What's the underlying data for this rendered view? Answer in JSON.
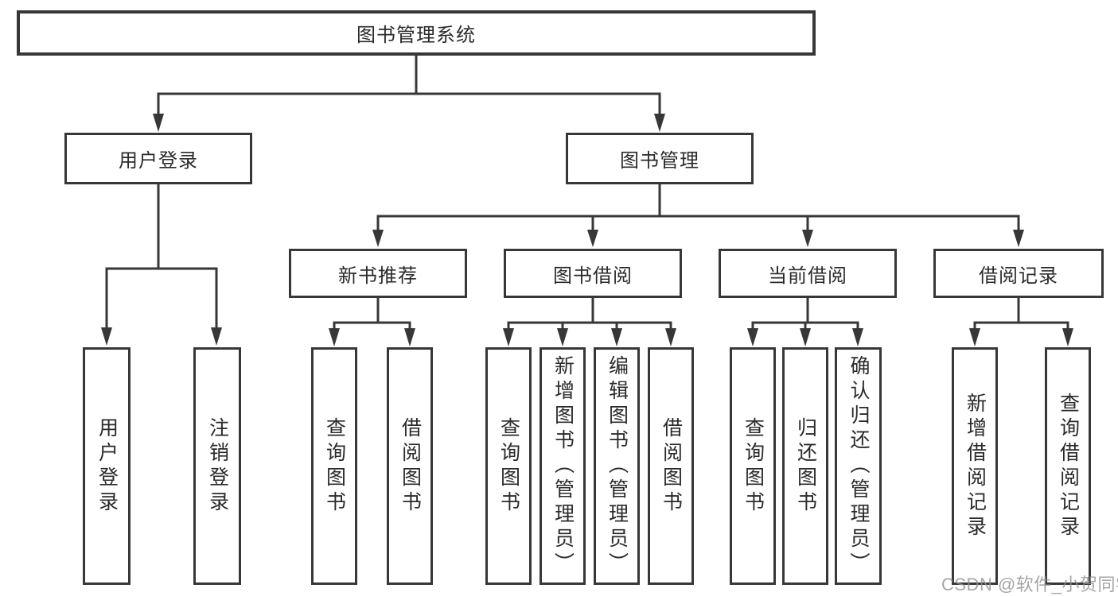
{
  "diagram": {
    "root": "图书管理系统",
    "level2": {
      "userLogin": "用户登录",
      "bookManage": "图书管理"
    },
    "level3": {
      "newBook": "新书推荐",
      "bookBorrow": "图书借阅",
      "currentBorrow": "当前借阅",
      "borrowRecord": "借阅记录"
    },
    "leaves": {
      "login": "用户登录",
      "logout": "注销登录",
      "nbQuery": "查询图书",
      "nbBorrow": "借阅图书",
      "bbQuery": "查询图书",
      "bbAdd": "新增图书（管理员）",
      "bbEdit": "编辑图书（管理员）",
      "bbBorrow": "借阅图书",
      "cbQuery": "查询图书",
      "cbReturn": "归还图书",
      "cbConfirm": "确认归还（管理员）",
      "brAdd": "新增借阅记录",
      "brQuery": "查询借阅记录"
    }
  },
  "watermark": "CSDN @软件_小贺同学",
  "colors": {
    "line": "#373737",
    "text": "#2a2a2a",
    "watermark": "#919191",
    "background": "#ffffff"
  }
}
